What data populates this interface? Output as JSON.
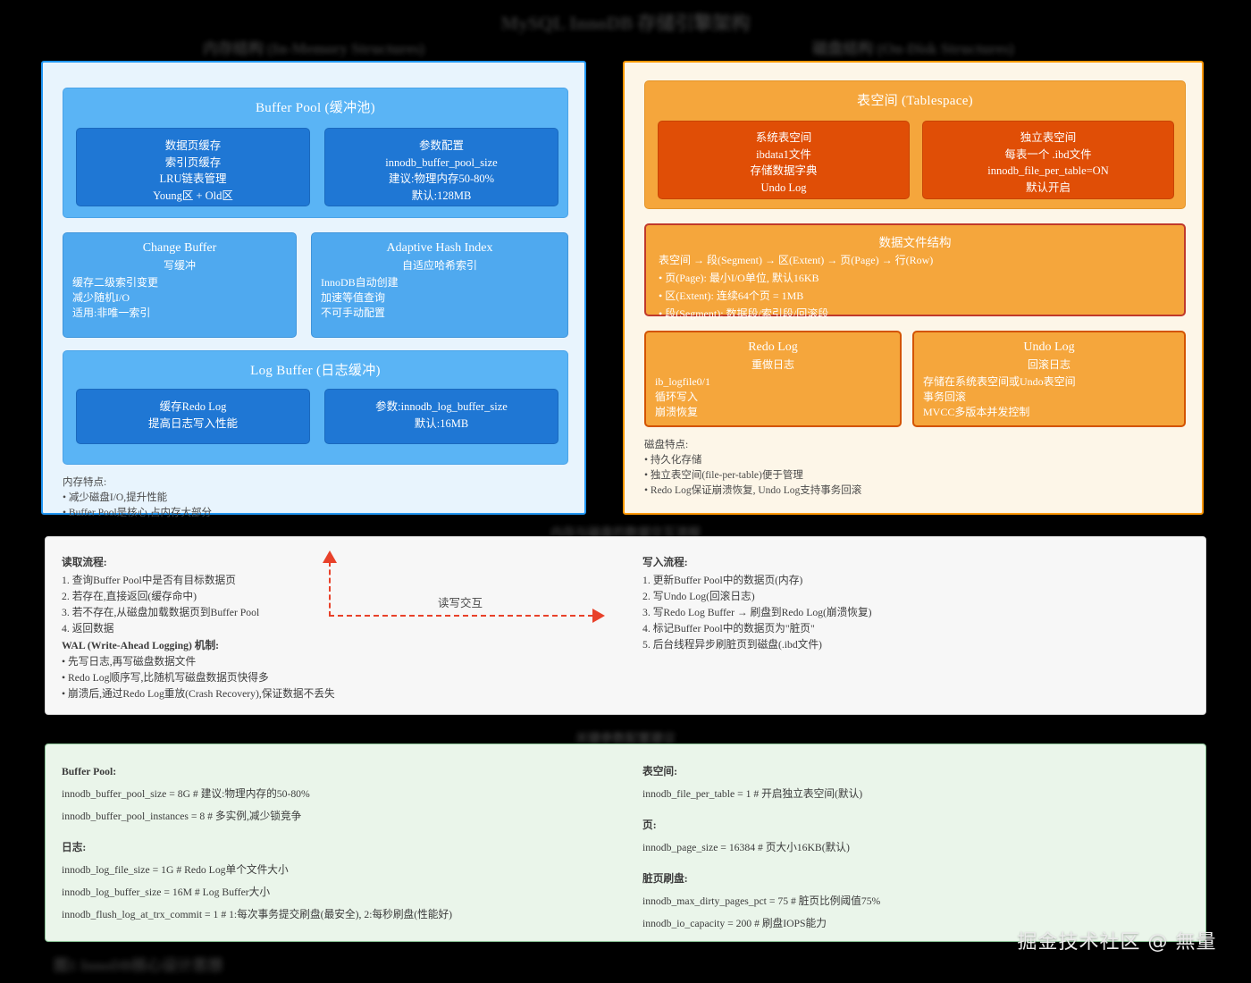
{
  "headings": {
    "main_title": "MySQL InnoDB 存储引擎架构",
    "memory_title": "内存结构 (In-Memory Structures)",
    "disk_title": "磁盘结构 (On-Disk Structures)",
    "flow_title": "内存与磁盘的数据交互流程",
    "config_title": "关键参数配置建议",
    "footer_note": "图1 InnoDB核心设计思想"
  },
  "memory": {
    "buffer_pool": {
      "header": "Buffer Pool (缓冲池)",
      "left": [
        "数据页缓存",
        "索引页缓存",
        "LRU链表管理",
        "Young区 + Old区"
      ],
      "right": [
        "参数配置",
        "innodb_buffer_pool_size",
        "建议:物理内存50-80%",
        "默认:128MB"
      ]
    },
    "change_buffer": {
      "title": "Change Buffer",
      "subtitle": "写缓冲",
      "items": [
        "缓存二级索引变更",
        "减少随机I/O",
        "适用:非唯一索引"
      ]
    },
    "adaptive_hash_index": {
      "title": "Adaptive Hash Index",
      "subtitle": "自适应哈希索引",
      "items": [
        "InnoDB自动创建",
        "加速等值查询",
        "不可手动配置"
      ]
    },
    "log_buffer": {
      "header": "Log Buffer (日志缓冲)",
      "left": [
        "缓存Redo Log",
        "提高日志写入性能"
      ],
      "right": [
        "参数:innodb_log_buffer_size",
        "默认:16MB"
      ]
    },
    "notes_title": "内存特点:",
    "notes": [
      "• 减少磁盘I/O,提升性能",
      "• Buffer Pool是核心,占内存大部分"
    ]
  },
  "disk": {
    "tablespace": {
      "header": "表空间 (Tablespace)",
      "left": [
        "系统表空间",
        "ibdata1文件",
        "存储数据字典",
        "Undo Log"
      ],
      "right": [
        "独立表空间",
        "每表一个 .ibd文件",
        "innodb_file_per_table=ON",
        "默认开启"
      ]
    },
    "datafile": {
      "title": "数据文件结构",
      "chain": "表空间 → 段(Segment) → 区(Extent) → 页(Page) → 行(Row)",
      "items": [
        "• 页(Page): 最小I/O单位, 默认16KB",
        "• 区(Extent): 连续64个页 = 1MB",
        "• 段(Segment): 数据段/索引段/回滚段"
      ]
    },
    "redo_log": {
      "title": "Redo Log",
      "subtitle": "重做日志",
      "items": [
        "ib_logfile0/1",
        "循环写入",
        "崩溃恢复"
      ]
    },
    "undo_log": {
      "title": "Undo Log",
      "subtitle": "回滚日志",
      "items": [
        "存储在系统表空间或Undo表空间",
        "事务回滚",
        "MVCC多版本并发控制"
      ]
    },
    "notes_title": "磁盘特点:",
    "notes": [
      "• 持久化存储",
      "• 独立表空间(file-per-table)便于管理",
      "• Redo Log保证崩溃恢复, Undo Log支持事务回滚"
    ]
  },
  "flow": {
    "read_title": "读取流程:",
    "read_steps": [
      "1. 查询Buffer Pool中是否有目标数据页",
      "2. 若存在,直接返回(缓存命中)",
      "3. 若不存在,从磁盘加载数据页到Buffer Pool",
      "4. 返回数据"
    ],
    "wal_title": "WAL (Write-Ahead Logging) 机制:",
    "wal_items": [
      "• 先写日志,再写磁盘数据文件",
      "• Redo Log顺序写,比随机写磁盘数据页快得多",
      "• 崩溃后,通过Redo Log重放(Crash Recovery),保证数据不丢失"
    ],
    "write_title": "写入流程:",
    "write_steps": [
      "1. 更新Buffer Pool中的数据页(内存)",
      "2. 写Undo Log(回滚日志)",
      "3. 写Redo Log Buffer → 刷盘到Redo Log(崩溃恢复)",
      "4. 标记Buffer Pool中的数据页为\"脏页\"",
      "5. 后台线程异步刷脏页到磁盘(.ibd文件)"
    ],
    "arrow_label": "读写交互",
    "arrow_color": "#e8412a"
  },
  "config": {
    "left": [
      {
        "group": "Buffer Pool:",
        "lines": [
          "innodb_buffer_pool_size = 8G # 建议:物理内存的50-80%",
          "innodb_buffer_pool_instances = 8 # 多实例,减少锁竞争"
        ]
      },
      {
        "group": "日志:",
        "lines": [
          "innodb_log_file_size = 1G # Redo Log单个文件大小",
          "innodb_log_buffer_size = 16M # Log Buffer大小",
          "innodb_flush_log_at_trx_commit = 1 # 1:每次事务提交刷盘(最安全), 2:每秒刷盘(性能好)"
        ]
      }
    ],
    "right": [
      {
        "group": "表空间:",
        "lines": [
          "innodb_file_per_table = 1 # 开启独立表空间(默认)"
        ]
      },
      {
        "group": "页:",
        "lines": [
          "innodb_page_size = 16384 # 页大小16KB(默认)"
        ]
      },
      {
        "group": "脏页刷盘:",
        "lines": [
          "innodb_max_dirty_pages_pct = 75 # 脏页比例阈值75%",
          "innodb_io_capacity = 200 # 刷盘IOPS能力"
        ]
      }
    ]
  },
  "watermark": "掘金技术社区 @ 無量",
  "colors": {
    "memory_accent": "#2196f3",
    "memory_panel_bg": "#e8f4fd",
    "memory_block": "#5ab4f5",
    "memory_inner": "#1f77d4",
    "disk_accent": "#ff9800",
    "disk_panel_bg": "#fdf6e8",
    "disk_block": "#f5a63c",
    "disk_inner": "#e04e06",
    "flow_bg": "#f7f7f7",
    "config_bg": "#eaf5ea",
    "config_border": "#8fc79a",
    "arrow": "#e8412a"
  }
}
